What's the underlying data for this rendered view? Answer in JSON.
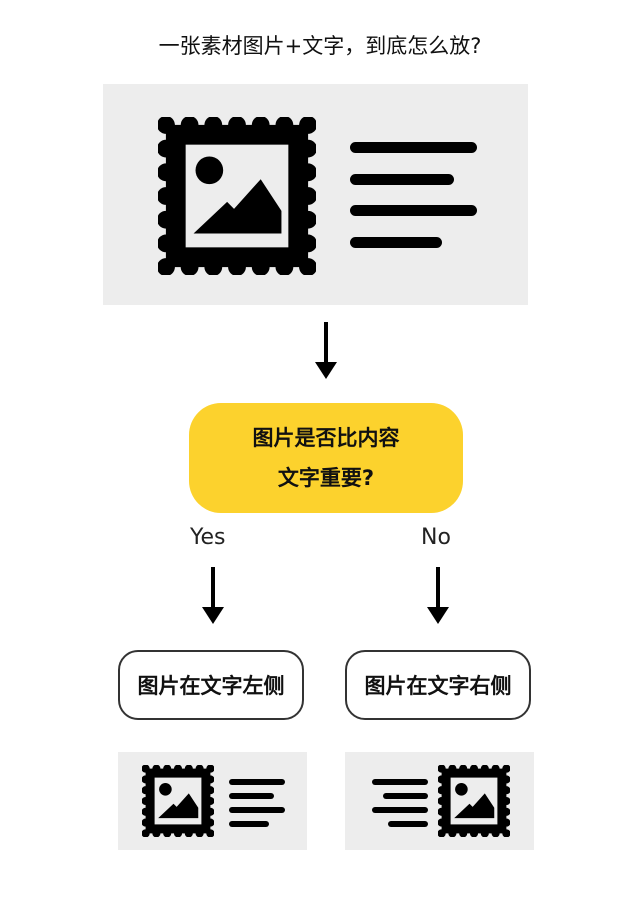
{
  "title": "一张素材图片+文字，到底怎么放?",
  "decision": {
    "line1": "图片是否比内容",
    "line2": "文字重要?"
  },
  "branches": {
    "yes": {
      "label": "Yes",
      "result": "图片在文字左侧"
    },
    "no": {
      "label": "No",
      "result": "图片在文字右侧"
    }
  },
  "colors": {
    "decision_fill": "#fcd22d",
    "panel": "#ededed",
    "ink": "#000000"
  },
  "icons": [
    "stamp-image-icon",
    "text-lines-icon",
    "arrow-down-icon"
  ]
}
